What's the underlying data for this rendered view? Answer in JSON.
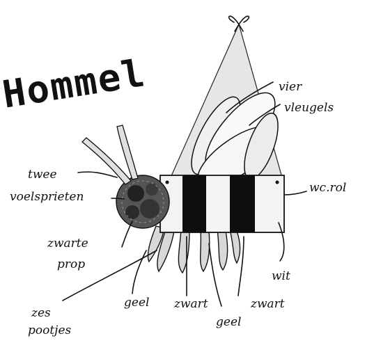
{
  "title": "Hommel",
  "labels": {
    "twee": "twee",
    "voelsprieten": "voelsprieten",
    "vier": "vier",
    "vleugels": "vleugels",
    "wcrol": "wc.rol",
    "zwarte": "zwarte",
    "prop": "prop",
    "wit": "wit",
    "zes": "zes",
    "pootjes": "pootjes",
    "geel_left": "geel",
    "zwart_left": "zwart",
    "zwart_right": "zwart",
    "geel_bottom": "geel"
  },
  "colors": {
    "ink": "#111111",
    "cone": "#e4e4e4",
    "body": "#f2f2f2",
    "stripe": "#0e0e0e"
  }
}
